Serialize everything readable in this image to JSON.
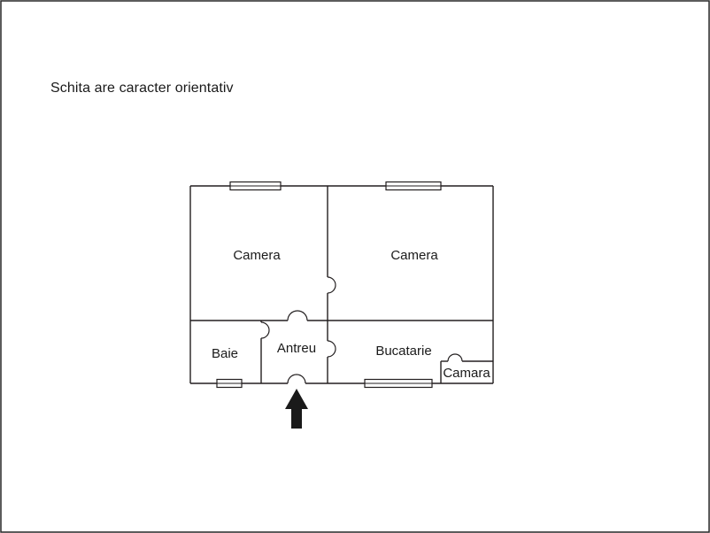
{
  "disclaimer": "Schita are caracter orientativ",
  "rooms": {
    "camera_left": "Camera",
    "camera_right": "Camera",
    "baie": "Baie",
    "antreu": "Antreu",
    "bucatarie": "Bucatarie",
    "camara": "Camara"
  },
  "colors": {
    "wall": "#231f20",
    "text": "#1a1a1a",
    "arrow": "#1a1a1a",
    "background": "#ffffff"
  }
}
